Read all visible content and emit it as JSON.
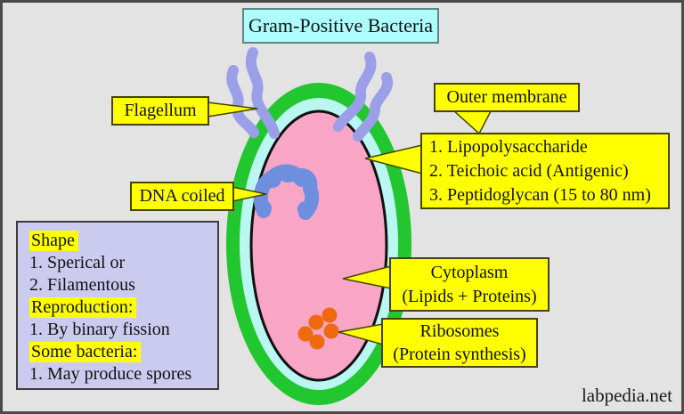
{
  "title": "Gram-Positive Bacteria",
  "watermark": "labpedia.net",
  "labels": {
    "flagellum": "Flagellum",
    "outer_membrane": "Outer membrane",
    "membrane_items": [
      "1. Lipopolysaccharide",
      "2. Teichoic acid (Antigenic)",
      "3. Peptidoglycan (15 to 80 nm)"
    ],
    "dna": "DNA coiled",
    "cytoplasm_line1": "Cytoplasm",
    "cytoplasm_line2": "(Lipids + Proteins)",
    "ribosomes_line1": "Ribosomes",
    "ribosomes_line2": "(Protein synthesis)"
  },
  "info_box": {
    "lines": [
      "Shape",
      "1. Sperical or",
      "2. Filamentous",
      "Reproduction:",
      "1. By binary fission",
      "Some bacteria:",
      "1. May produce spores"
    ]
  },
  "colors": {
    "background": "#e3e3e3",
    "label_yellow": "#ffff00",
    "title_cyan": "#adfdfd",
    "info_lavender": "#cbcbef",
    "cell_wall_green": "#22c62e",
    "membrane_cyan": "#baf6f2",
    "cytoplasm_pink": "#f8a5c6",
    "flagella_purple": "#9a9fe8",
    "dna_blue": "#6e8ede",
    "ribosome_orange": "#ef6a0e"
  }
}
